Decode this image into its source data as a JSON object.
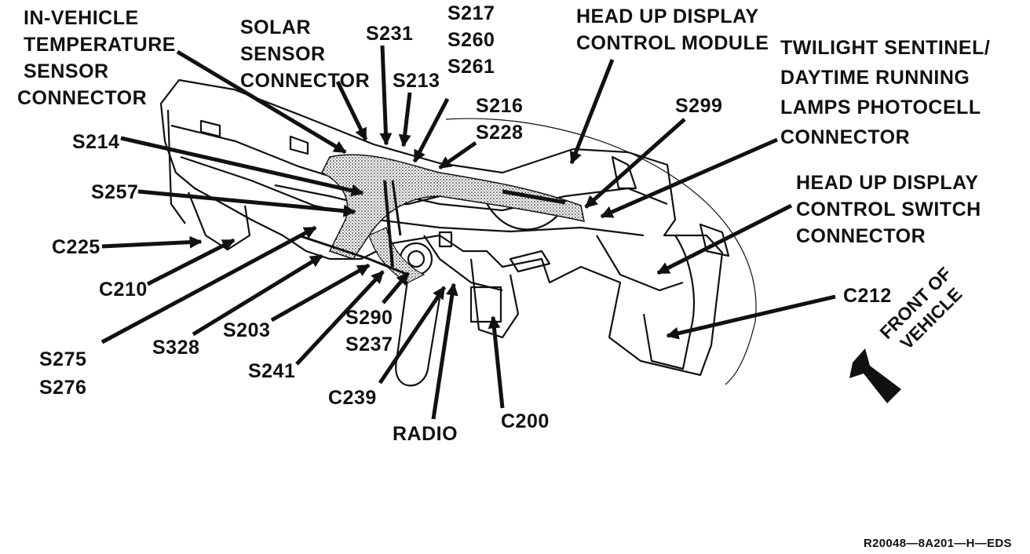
{
  "labels": {
    "in_vehicle_temp": [
      "IN-VEHICLE",
      "TEMPERATURE",
      "SENSOR",
      "CONNECTOR"
    ],
    "solar_sensor": [
      "SOLAR",
      "SENSOR",
      "CONNECTOR"
    ],
    "s231": "S231",
    "s217_group": [
      "S217",
      "S260",
      "S261"
    ],
    "s213": "S213",
    "hud_module": [
      "HEAD UP DISPLAY",
      "CONTROL MODULE"
    ],
    "twilight": [
      "TWILIGHT SENTINEL/",
      "DAYTIME RUNNING",
      "LAMPS PHOTOCELL",
      "CONNECTOR"
    ],
    "s216_group": [
      "S216",
      "S228"
    ],
    "s299": "S299",
    "s214": "S214",
    "s257": "S257",
    "hud_switch": [
      "HEAD UP DISPLAY",
      "CONTROL SWITCH",
      "CONNECTOR"
    ],
    "c225": "C225",
    "c210": "C210",
    "c212": "C212",
    "s275_group": [
      "S275",
      "S276"
    ],
    "s328": "S328",
    "s203": "S203",
    "s290_group": [
      "S290",
      "S237"
    ],
    "s241": "S241",
    "c239": "C239",
    "radio": "RADIO",
    "c200": "C200",
    "front_of_vehicle": [
      "FRONT OF",
      "VEHICLE"
    ],
    "code": "R20048—8A201—H—EDS"
  },
  "colors": {
    "ink": "#111111",
    "background": "#ffffff",
    "hatch": "#555555"
  }
}
